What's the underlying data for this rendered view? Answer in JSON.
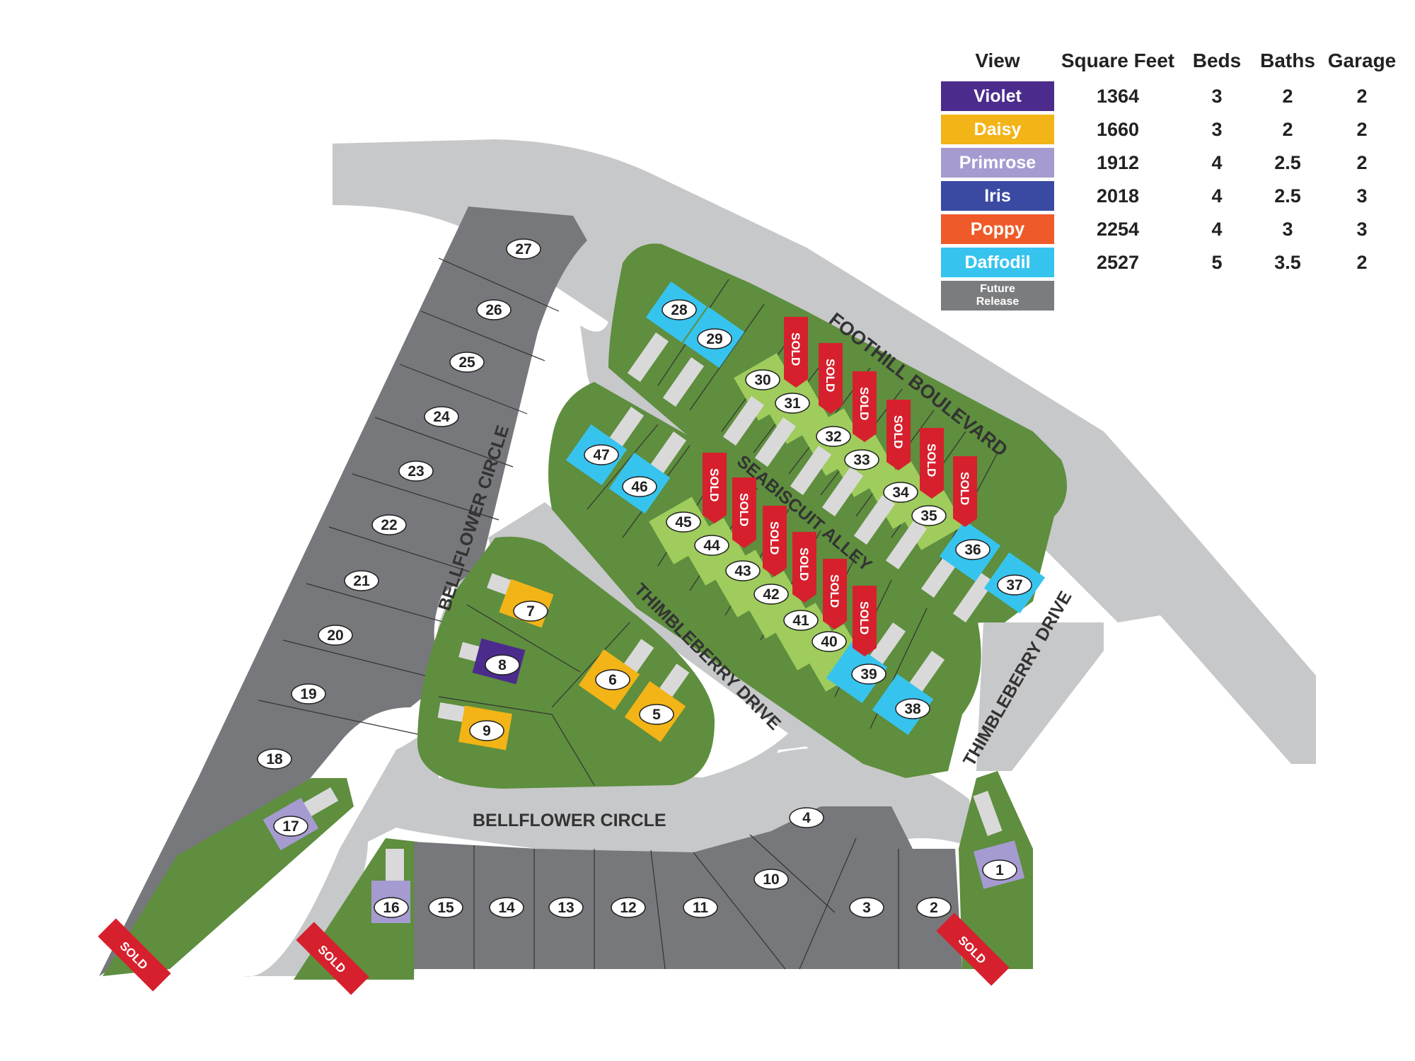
{
  "legend": {
    "headers": {
      "view": "View",
      "sqft": "Square Feet",
      "beds": "Beds",
      "baths": "Baths",
      "garage": "Garage"
    },
    "rows": [
      {
        "name": "Violet",
        "sqft": "1364",
        "beds": "3",
        "baths": "2",
        "garage": "2",
        "color": "#4b2c8c"
      },
      {
        "name": "Daisy",
        "sqft": "1660",
        "beds": "3",
        "baths": "2",
        "garage": "2",
        "color": "#f2b416"
      },
      {
        "name": "Primrose",
        "sqft": "1912",
        "beds": "4",
        "baths": "2.5",
        "garage": "2",
        "color": "#a59bd0"
      },
      {
        "name": "Iris",
        "sqft": "2018",
        "beds": "4",
        "baths": "2.5",
        "garage": "3",
        "color": "#3a4aa3"
      },
      {
        "name": "Poppy",
        "sqft": "2254",
        "beds": "4",
        "baths": "3",
        "garage": "3",
        "color": "#f05a28"
      },
      {
        "name": "Daffodil",
        "sqft": "2527",
        "beds": "5",
        "baths": "3.5",
        "garage": "2",
        "color": "#36c4ef"
      }
    ],
    "future": {
      "line1": "Future",
      "line2": "Release",
      "color": "#7b7c7e"
    }
  },
  "colors": {
    "road": "#c7c8ca",
    "green": "#5e8e3e",
    "sold_green": "#9fcc5c",
    "gray_lot": "#77787b",
    "sold_ribbon": "#d7202d",
    "driveway": "#d9d9d9"
  },
  "streets": {
    "foothill": "FOOTHILL BOULEVARD",
    "seabiscuit": "SEABISCUIT ALLEY",
    "bellflower_v": "BELLFLOWER CIRCLE",
    "bellflower_h": "BELLFLOWER CIRCLE",
    "thimbleberry_1": "THIMBLEBERRY DRIVE",
    "thimbleberry_2": "THIMBLEBERRY DRIVE"
  },
  "sold_label": "SOLD",
  "lots": {
    "l1": "1",
    "l2": "2",
    "l3": "3",
    "l4": "4",
    "l5": "5",
    "l6": "6",
    "l7": "7",
    "l8": "8",
    "l9": "9",
    "l10": "10",
    "l11": "11",
    "l12": "12",
    "l13": "13",
    "l14": "14",
    "l15": "15",
    "l16": "16",
    "l17": "17",
    "l18": "18",
    "l19": "19",
    "l20": "20",
    "l21": "21",
    "l22": "22",
    "l23": "23",
    "l24": "24",
    "l25": "25",
    "l26": "26",
    "l27": "27",
    "l28": "28",
    "l29": "29",
    "l30": "30",
    "l31": "31",
    "l32": "32",
    "l33": "33",
    "l34": "34",
    "l35": "35",
    "l36": "36",
    "l37": "37",
    "l38": "38",
    "l39": "39",
    "l40": "40",
    "l41": "41",
    "l42": "42",
    "l43": "43",
    "l44": "44",
    "l45": "45",
    "l46": "46",
    "l47": "47"
  }
}
